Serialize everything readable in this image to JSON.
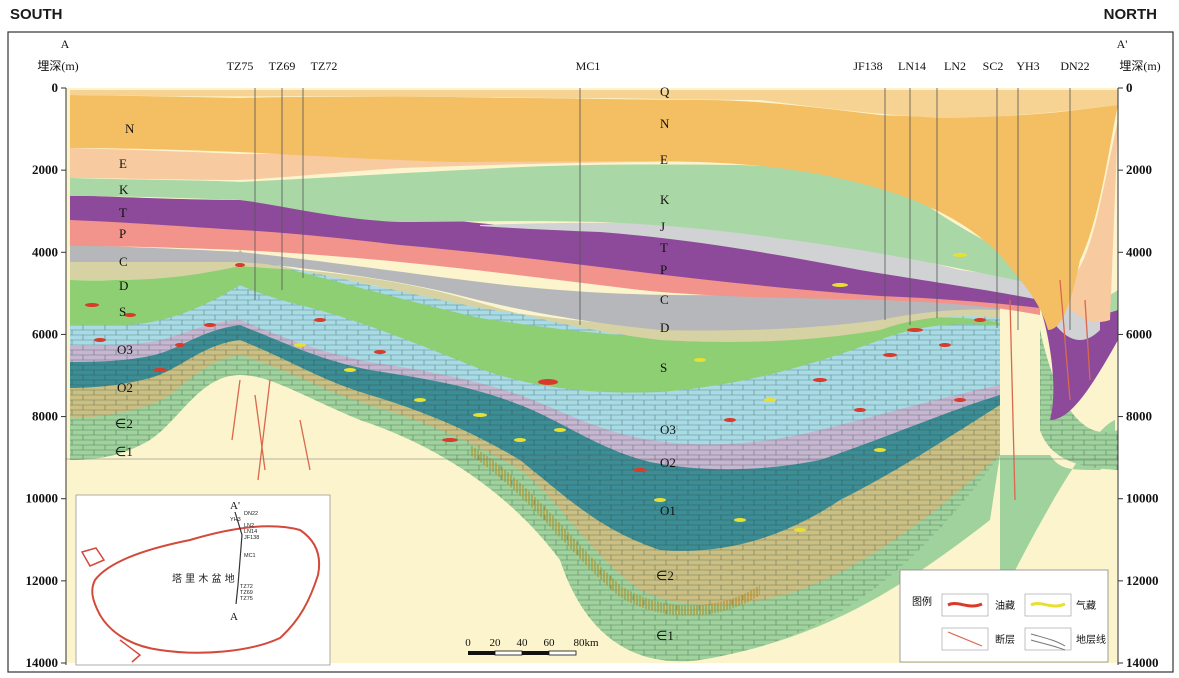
{
  "header": {
    "left": "SOUTH",
    "right": "NORTH"
  },
  "section": {
    "start_label": "A",
    "end_label": "A'",
    "depth_label": "埋深(m)",
    "depth_ticks": [
      "0",
      "2000",
      "4000",
      "6000",
      "8000",
      "10000",
      "12000",
      "14000"
    ]
  },
  "wells": [
    "TZ75",
    "TZ69",
    "TZ72",
    "MC1",
    "JF138",
    "LN14",
    "LN2",
    "SC2",
    "YH3",
    "DN22"
  ],
  "formations_left": [
    "N",
    "E",
    "K",
    "T",
    "P",
    "C",
    "D",
    "S",
    "O3",
    "O2",
    "∈2",
    "∈1"
  ],
  "formations_center": [
    "Q",
    "N",
    "E",
    "K",
    "J",
    "T",
    "P",
    "C",
    "D",
    "S",
    "O3",
    "O2",
    "O1",
    "∈2",
    "∈1"
  ],
  "inset": {
    "basin_label": "塔 里 木 盆 地",
    "start_label": "A",
    "end_label": "A'",
    "wells": [
      "DN22",
      "YH3",
      "LN2",
      "LN14",
      "JF138",
      "MC1",
      "TZ72",
      "TZ69",
      "TZ75"
    ]
  },
  "scale_bar": {
    "ticks": [
      "0",
      "20",
      "40",
      "60",
      "80km"
    ]
  },
  "legend": {
    "title": "图例",
    "items": [
      "油藏",
      "气藏",
      "断层",
      "地层线"
    ],
    "colors": {
      "oil": "#d93a2b",
      "gas": "#e8e030"
    }
  },
  "colors": {
    "N": "#f4be62",
    "E": "#f7caa0",
    "K": "#a9d8a6",
    "J": "#d0d2d4",
    "T": "#8e4a9a",
    "P": "#f2948c",
    "C": "#b5b7ba",
    "D": "#d6d2a4",
    "S": "#8fcf73",
    "O3": "#a8dbe6",
    "O2": "#c6b6d2",
    "O1": "#3c8d95",
    "C2": "#cbbf83",
    "C1": "#9fd29c",
    "basement": "#fbf4cc"
  }
}
